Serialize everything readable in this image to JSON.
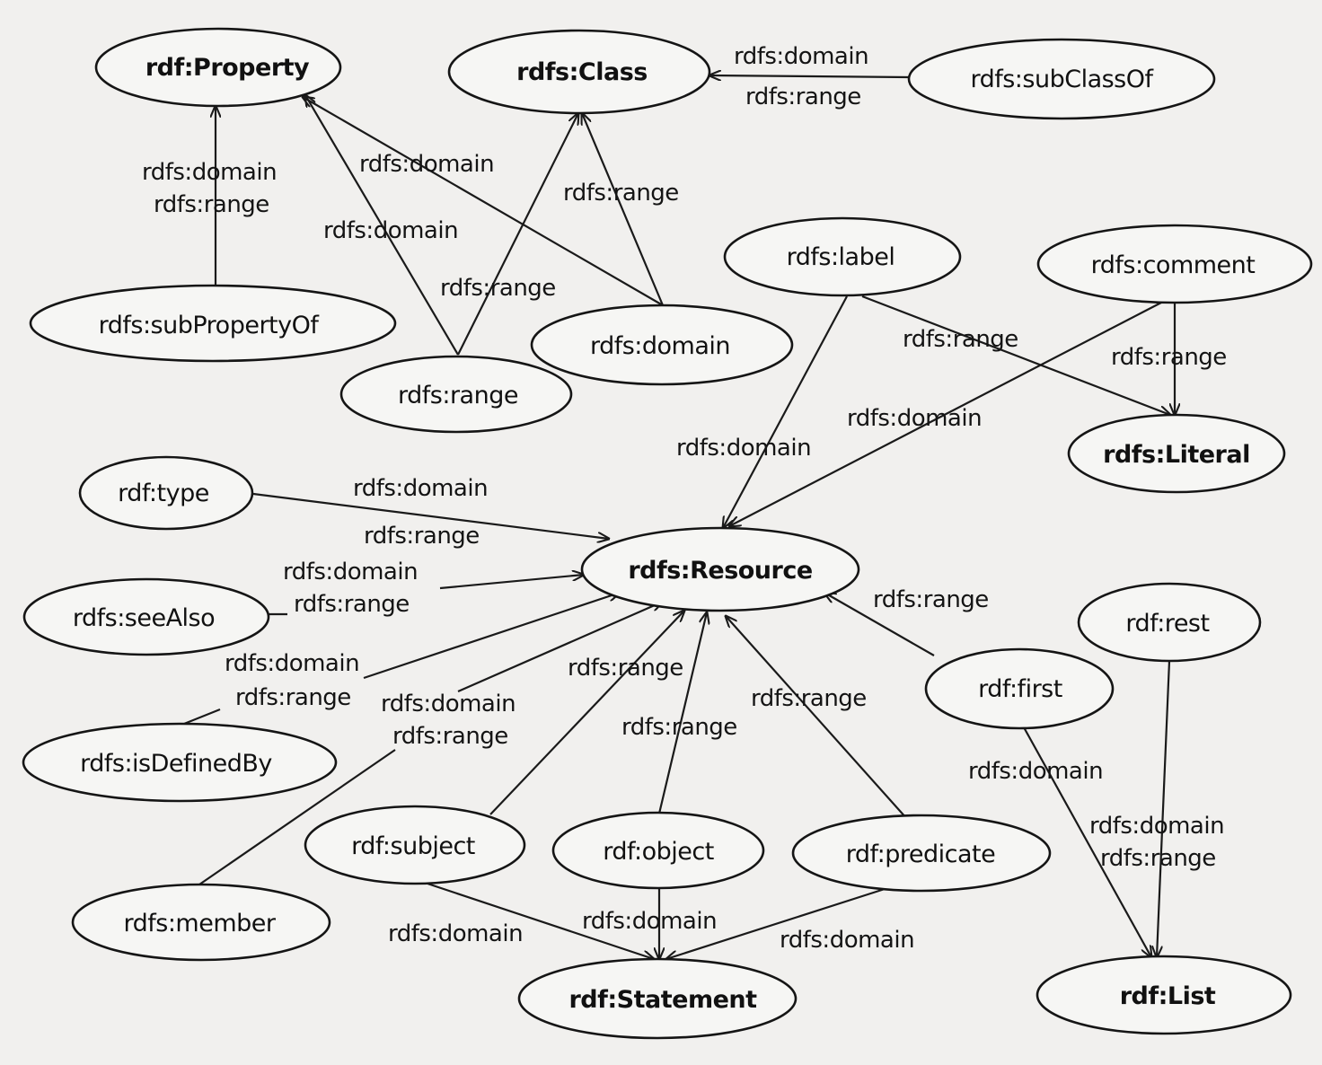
{
  "nodes": {
    "property": "rdf:Property",
    "class": "rdfs:Class",
    "subclassof": "rdfs:subClassOf",
    "subpropertyof": "rdfs:subPropertyOf",
    "label": "rdfs:label",
    "comment": "rdfs:comment",
    "domain": "rdfs:domain",
    "range": "rdfs:range",
    "literal": "rdfs:Literal",
    "type": "rdf:type",
    "resource": "rdfs:Resource",
    "seealso": "rdfs:seeAlso",
    "rest": "rdf:rest",
    "first": "rdf:first",
    "isdefinedby": "rdfs:isDefinedBy",
    "subject": "rdf:subject",
    "object": "rdf:object",
    "predicate": "rdf:predicate",
    "member": "rdfs:member",
    "statement": "rdf:Statement",
    "list": "rdf:List"
  },
  "edge_labels": {
    "subclassof_domain": "rdfs:domain",
    "subclassof_range": "rdfs:range",
    "subpropertyof_domain": "rdfs:domain",
    "subpropertyof_range": "rdfs:range",
    "domain_domain_to_property": "rdfs:domain",
    "range_domain_to_property": "rdfs:domain",
    "domain_range_to_class": "rdfs:range",
    "range_range_to_class": "rdfs:range",
    "label_range": "rdfs:range",
    "comment_range": "rdfs:range",
    "comment_domain": "rdfs:domain",
    "label_domain": "rdfs:domain",
    "type_domain": "rdfs:domain",
    "type_range": "rdfs:range",
    "seealso_domain": "rdfs:domain",
    "seealso_range": "rdfs:range",
    "isdefinedby_domain": "rdfs:domain",
    "isdefinedby_range": "rdfs:range",
    "member_domain": "rdfs:domain",
    "member_range": "rdfs:range",
    "subject_range": "rdfs:range",
    "object_range": "rdfs:range",
    "predicate_range": "rdfs:range",
    "first_range": "rdfs:range",
    "first_domain": "rdfs:domain",
    "rest_domain": "rdfs:domain",
    "rest_range": "rdfs:range",
    "subject_domain": "rdfs:domain",
    "object_domain": "rdfs:domain",
    "predicate_domain": "rdfs:domain"
  }
}
